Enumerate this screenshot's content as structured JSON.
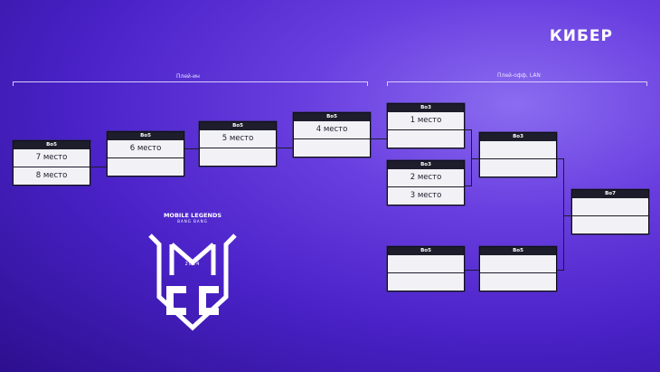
{
  "brand": "КИБЕР",
  "sections": {
    "play_in": "Плей-ин",
    "playoff": "Плей-офф, LAN"
  },
  "logo": {
    "line1": "MOBILE LEGENDS",
    "line2": "BANG BANG",
    "year": "2024"
  },
  "matches": {
    "m1": {
      "format": "Bo5",
      "team1": "7 место",
      "team2": "8 место"
    },
    "m2": {
      "format": "Bo5",
      "team1": "6 место",
      "team2": ""
    },
    "m3": {
      "format": "Bo5",
      "team1": "5 место",
      "team2": ""
    },
    "m4": {
      "format": "Bo5",
      "team1": "4 место",
      "team2": ""
    },
    "m5": {
      "format": "Bo3",
      "team1": "1 место",
      "team2": ""
    },
    "m6": {
      "format": "Bo3",
      "team1": "2 место",
      "team2": "3 место"
    },
    "m7": {
      "format": "Bo3",
      "team1": "",
      "team2": ""
    },
    "m8": {
      "format": "Bo7",
      "team1": "",
      "team2": ""
    },
    "m9": {
      "format": "Bo5",
      "team1": "",
      "team2": ""
    },
    "m10": {
      "format": "Bo5",
      "team1": "",
      "team2": ""
    }
  }
}
